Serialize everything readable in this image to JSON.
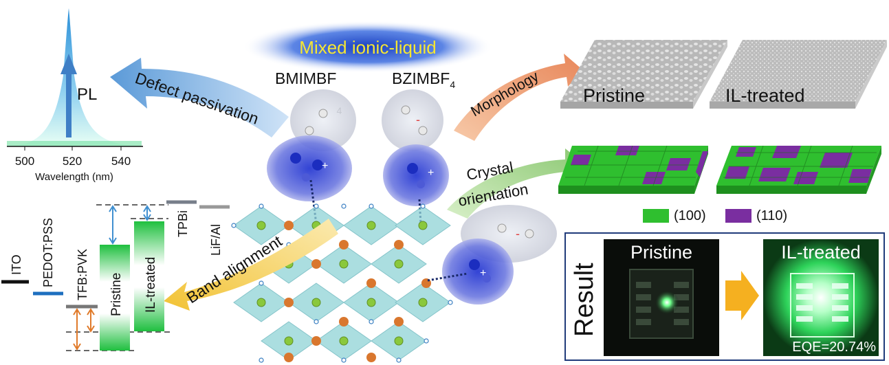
{
  "title": "Mixed ionic-liquid",
  "molecules": {
    "bmimbf": {
      "text": "BMIMBF",
      "sub": "4"
    },
    "bzimbf": {
      "text": "BZIMBF",
      "sub": "4"
    },
    "plus": "+",
    "minus": "-"
  },
  "arrows": {
    "defect_passivation": "Defect passivation",
    "morphology": "Morphology",
    "crystal": "Crystal",
    "orientation": "orientation",
    "band_alignment": "Band alignment"
  },
  "pl_chart": {
    "label": "PL",
    "xlabel": "Wavelength (nm)",
    "ticks": [
      "500",
      "520",
      "540"
    ]
  },
  "morphology": {
    "pristine": "Pristine",
    "treated": "IL-treated"
  },
  "legend": {
    "item1": "(100)",
    "item2": "(110)",
    "color1": "#2fbf2f",
    "color2": "#7a2ea0"
  },
  "band_diagram": {
    "ito": "ITO",
    "pedot": "PEDOT:PSS",
    "tfb": "TFB:PVK",
    "pristine": "Pristine",
    "treated": "IL-treated",
    "tpbi": "TPBi",
    "lif": "LiF/Al"
  },
  "result": {
    "label": "Result",
    "pristine": "Pristine",
    "treated": "IL-treated",
    "eqe": "EQE=20.74%"
  },
  "colors": {
    "accent_blue": "#4a8fd6",
    "green": "#2fbf2f",
    "purple": "#7a2ea0",
    "yellow_arrow": "#f2c94c",
    "orange_arrow": "#f0a070",
    "title_yellow": "#f5e633"
  }
}
